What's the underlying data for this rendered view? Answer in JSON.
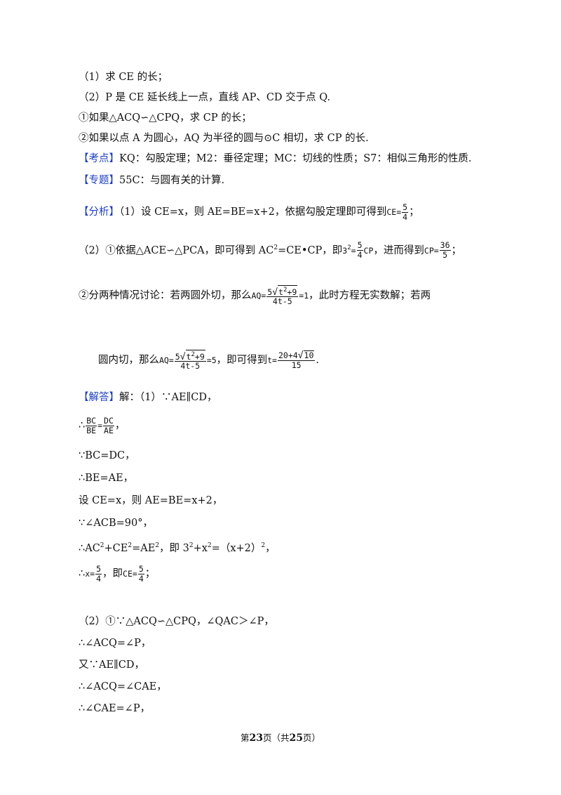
{
  "q1": "（1）求 CE 的长；",
  "q2": "（2）P 是 CE 延长线上一点，直线 AP、CD 交于点 Q.",
  "q2a": "①如果△ACQ∽△CPQ，求 CP 的长；",
  "q2b": "②如果以点 A 为圆心，AQ 为半径的圆与⊙C 相切，求 CP 的长.",
  "kaodian": {
    "tag": "【考点】",
    "text": "KQ：勾股定理；M2：垂径定理；MC：切线的性质；S7：相似三角形的性质."
  },
  "zhuanti": {
    "tag": "【专题】",
    "text": "55C：与圆有关的计算."
  },
  "fenxi": {
    "tag": "【分析】",
    "p1": "（1）设 CE=x，则 AE=BE=x+2，依据勾股定理即可得到",
    "p1_lhs": "CE=",
    "p1_num": "5",
    "p1_den": "4",
    "p1_end": "；",
    "p2a": "（2）①依据△ACE∽△PCA，即可得到 AC",
    "p2_sup": "2",
    "p2b": "=CE•CP，即",
    "p2_math1": "3",
    "p2_sup2": "2",
    "p2_eq": "=",
    "p2_num1": "5",
    "p2_den1": "4",
    "p2_cp": "CP",
    "p2c": "，进而得到",
    "p2_lhs2": "CP=",
    "p2_num2": "36",
    "p2_den2": "5",
    "p2_end": "；",
    "p3a": "②分两种情况讨论：若两圆外切，那么",
    "p3_lhs": "AQ=",
    "p3_num_coef": "5",
    "p3_rad": "t",
    "p3_rad_sup": "2",
    "p3_rad_tail": "+9",
    "p3_den": "4t-5",
    "p3_rhs": "=1",
    "p3b": "，此时方程无实数解；若两",
    "p4a": "圆内切，那么",
    "p4_lhs": "AQ=",
    "p4_num_coef": "5",
    "p4_rad": "t",
    "p4_rad_sup": "2",
    "p4_rad_tail": "+9",
    "p4_den": "4t-5",
    "p4_rhs": "=5",
    "p4b": "，即可得到",
    "p4_t": "t=",
    "p4_num2a": "20+4",
    "p4_num2rad": "10",
    "p4_den2": "15",
    "p4_end": "."
  },
  "jieda": {
    "tag": "【解答】",
    "l1": "解：（1）∵AE∥CD，",
    "l2_pre": "∴",
    "l2_n1": "BC",
    "l2_d1": "BE",
    "l2_eq": "=",
    "l2_n2": "DC",
    "l2_d2": "AE",
    "l2_end": "，",
    "l3": "∵BC=DC，",
    "l4": "∴BE=AE，",
    "l5": "设 CE=x，则 AE=BE=x+2，",
    "l6": "∵∠ACB=90°，",
    "l7_a": "∴AC",
    "l7_s1": "2",
    "l7_b": "+CE",
    "l7_s2": "2",
    "l7_c": "=AE",
    "l7_s3": "2",
    "l7_d": "，即 3",
    "l7_s4": "2",
    "l7_e": "+x",
    "l7_s5": "2",
    "l7_f": "=（x+2）",
    "l7_s6": "2",
    "l7_g": "，",
    "l8_pre": "∴",
    "l8_x": "x=",
    "l8_n": "5",
    "l8_d": "4",
    "l8_mid": "，即",
    "l8_ce": "CE=",
    "l8_n2": "5",
    "l8_d2": "4",
    "l8_end": "；",
    "l9": "（2）①∵△ACQ∽△CPQ，∠QAC＞∠P，",
    "l10": "∴∠ACQ=∠P，",
    "l11": "又∵AE∥CD，",
    "l12": "∴∠ACQ=∠CAE，",
    "l13": "∴∠CAE=∠P，"
  },
  "footer": {
    "pre": "第",
    "page": "23",
    "mid": "页（共",
    "total": "25",
    "post": "页）"
  }
}
